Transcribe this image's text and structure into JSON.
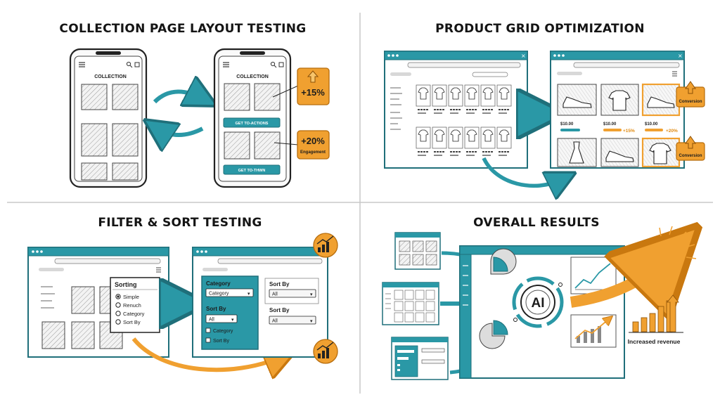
{
  "colors": {
    "teal": "#2a98a6",
    "teal_dark": "#1f6f7a",
    "orange": "#f0a030",
    "orange_dark": "#c9780f",
    "ink": "#222222"
  },
  "panels": {
    "collection": {
      "title": "COLLECTION PAGE LAYOUT TESTING",
      "phone_a_heading": "COLLECTION",
      "phone_b_heading": "COLLECTION",
      "cta_top": "GET TO-ACTIONS",
      "cta_bottom": "GET TO-THWN",
      "badge_1": "+15%",
      "badge_2": "+20%",
      "badge_2_caption": "Engagement"
    },
    "grid": {
      "title": "PRODUCT GRID OPTIMIZATION",
      "prices": [
        "$10.00",
        "$10.00",
        "$10.00"
      ],
      "lifts": [
        "+15%",
        "+20%"
      ],
      "badge_label_1": "Conversion",
      "badge_label_2": "Conversion"
    },
    "filter": {
      "title": "FILTER & SORT TESTING",
      "popup_title": "Sorting",
      "popup_options": [
        "Simple",
        "Renuch",
        "Category",
        "Sort By"
      ],
      "category_label": "Category",
      "category_select": "Category",
      "sortby_label": "Sort By",
      "sortby_select": "All",
      "checkbox_1": "Category",
      "checkbox_2": "Sort By",
      "right_label_1": "Sort By",
      "right_select_1": "All",
      "right_label_2": "Sort By",
      "right_select_2": "All"
    },
    "results": {
      "title": "OVERALL RESULTS",
      "ai_label": "AI",
      "revenue_caption": "Increased revenue"
    }
  }
}
